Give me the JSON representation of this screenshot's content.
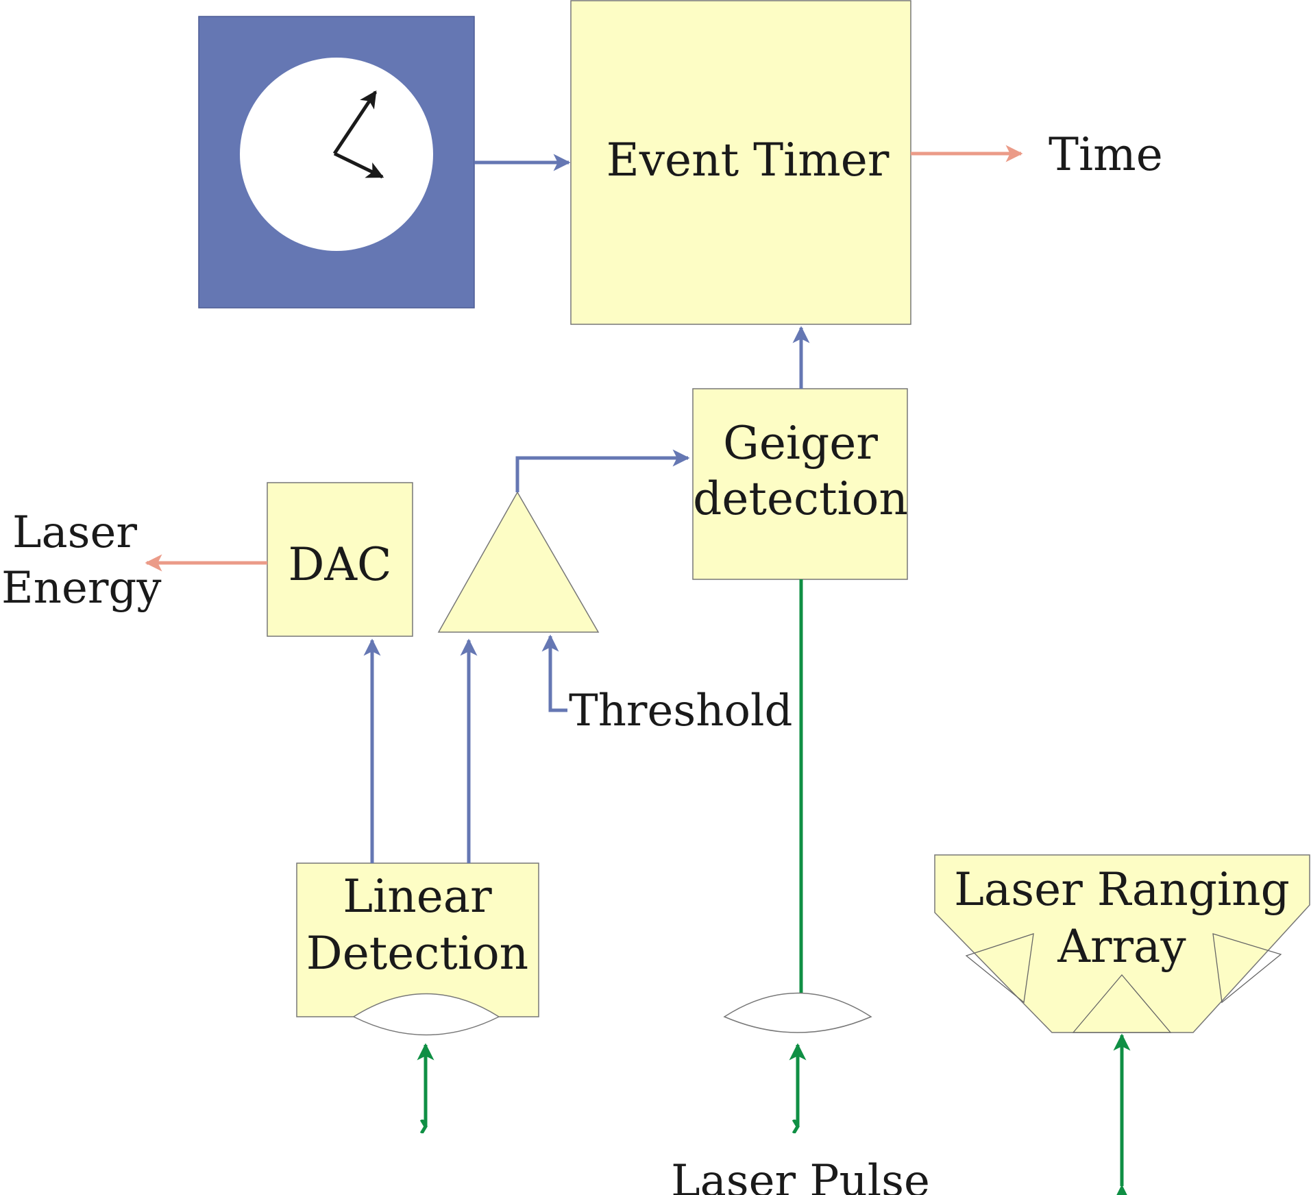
{
  "labels": {
    "event_timer": "Event Timer",
    "time": "Time",
    "geiger_line1": "Geiger",
    "geiger_line2": "detection",
    "laser_energy_line1": "Laser",
    "laser_energy_line2": "Energy",
    "dac": "DAC",
    "threshold": "Threshold",
    "linear_line1": "Linear",
    "linear_line2": "Detection",
    "lra_line1": "Laser Ranging",
    "lra_line2": "Array",
    "laser_pulse": "Laser Pulse"
  },
  "colors": {
    "box_fill": "#fdfdc5",
    "clock_panel": "#6577b3",
    "signal_line": "#6577b3",
    "output_line": "#eb9b88",
    "laser_line": "#0f8f44"
  }
}
